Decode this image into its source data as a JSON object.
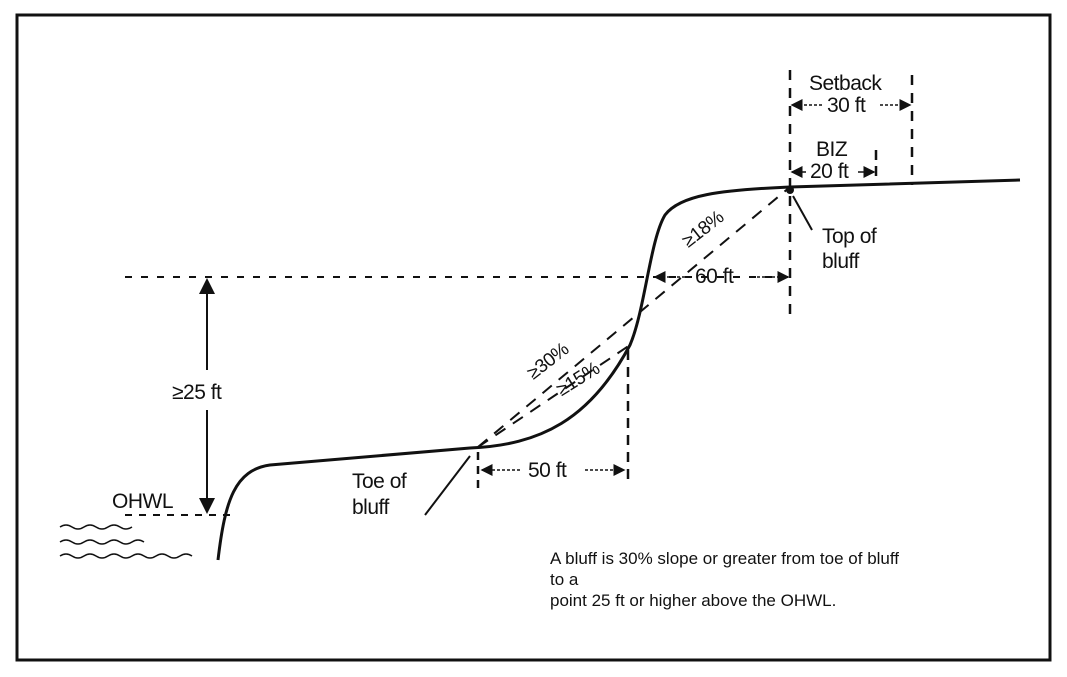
{
  "labels": {
    "setback": "Setback",
    "setback_dist": "30 ft",
    "biz": "BIZ",
    "biz_dist": "20 ft",
    "slope_top": "≥18%",
    "top_of": "Top of",
    "bluff_top": "bluff",
    "dist_60": "60 ft",
    "slope_30": "≥30%",
    "slope_15": "≥15%",
    "height": "≥25 ft",
    "ohwl": "OHWL",
    "toe_of": "Toe of",
    "bluff_toe": "bluff",
    "dist_50": "50 ft"
  },
  "caption": {
    "line1": "A bluff is 30% slope or greater from toe of bluff to a",
    "line2": "point 25 ft or higher above the OHWL."
  }
}
